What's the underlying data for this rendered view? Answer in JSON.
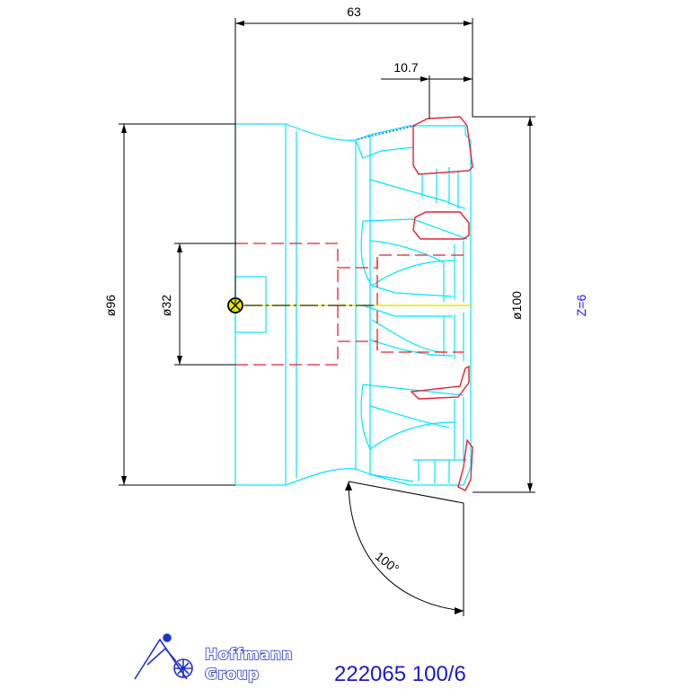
{
  "dimensions": {
    "overall_length": "63",
    "insert_offset": "10.7",
    "body_diameter": "ø96",
    "bore_diameter": "ø32",
    "cutting_diameter": "ø100",
    "approach_angle": "100°"
  },
  "teeth": "Z=6",
  "logo": {
    "line1": "Hoffmann",
    "line2": "Group"
  },
  "part_number": "222065 100/6",
  "colors": {
    "body_outline": "#00e6ff",
    "insert_outline": "#e8202a",
    "dimension_lines": "#000000",
    "axis": "#e8e800",
    "annotation_blue": "#1a1aff",
    "logo_blue": "#2233cc"
  }
}
